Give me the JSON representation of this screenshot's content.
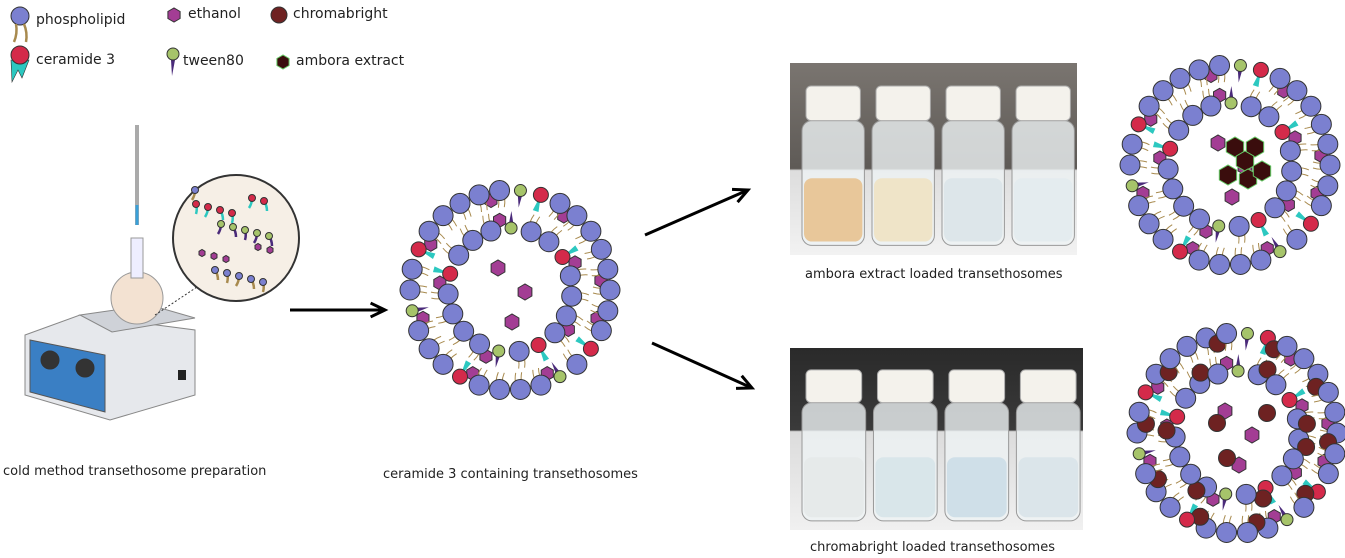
{
  "legend": {
    "phospholipid": "phospholipid",
    "ceramide": "ceramide 3",
    "ethanol": "ethanol",
    "tween": "tween80",
    "chromabright": "chromabright",
    "ambora": "ambora extract"
  },
  "captions": {
    "preparation": "cold method transethosome preparation",
    "ceramide_vesicle": "ceramide 3 containing transethosomes",
    "ambora_loaded": "ambora extract loaded transethosomes",
    "chromabright_loaded": "chromabright loaded transethosomes"
  },
  "colors": {
    "head": "#7b80d0",
    "tail": "#a88a4e",
    "ceramide_head": "#d42a4a",
    "ceramide_tail": "#2cc8c0",
    "ethanol": "#a33d94",
    "tween_head": "#a6c46a",
    "tween_tail": "#4a2a7a",
    "chromabright": "#6e2222",
    "ambora": "#3a0d0d"
  },
  "photos": {
    "ambora_vials": [
      "#e8c79a",
      "#efe4c8",
      "#dde6ea",
      "#e4ecef"
    ],
    "chromabright_vials": [
      "#e6eaea",
      "#d9e6ea",
      "#cfdfe8",
      "#dbe5ea"
    ]
  }
}
